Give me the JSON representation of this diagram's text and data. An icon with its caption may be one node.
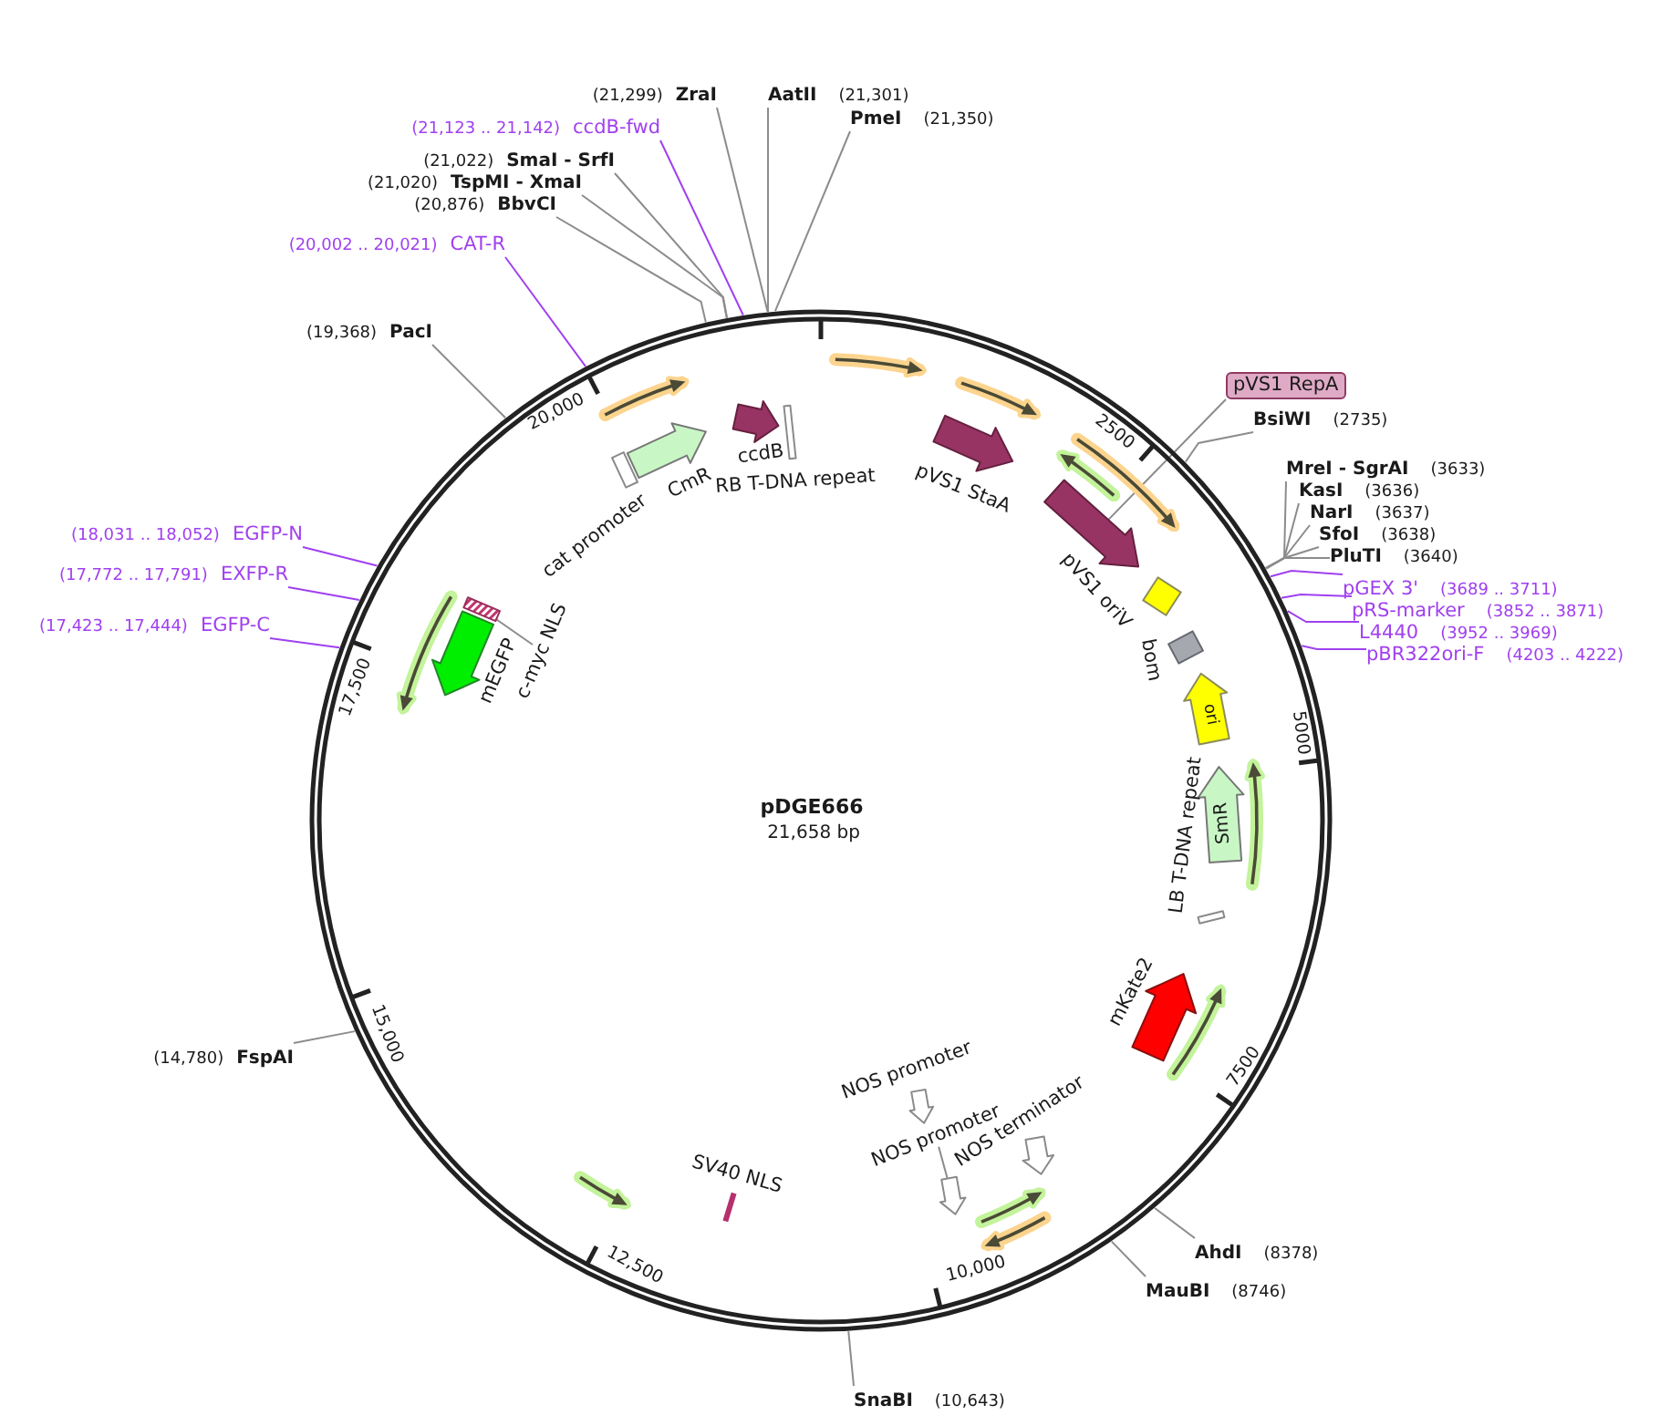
{
  "diagram": {
    "nodes": [
      {
        "text": [
          "(21,299)",
          "ZraI"
        ]
      },
      {
        "text": [
          "AatII",
          "(21,301)"
        ]
      },
      {
        "text": [
          "PmeI",
          "(21,350)"
        ]
      },
      {
        "text": [
          "(21,123 .. 21,142)",
          "ccdB-fwd"
        ]
      },
      {
        "text": [
          "(21,022)",
          "SmaI - SrfI"
        ]
      },
      {
        "text": [
          "(21,020)",
          "TspMI - XmaI"
        ]
      },
      {
        "text": [
          "(20,876)",
          "BbvCI"
        ]
      },
      {
        "text": [
          "(20,002 .. 20,021)",
          "CAT-R"
        ]
      },
      {
        "text": [
          "(19,368)",
          "PacI"
        ]
      },
      {
        "text": [
          "pVS1 RepA"
        ]
      },
      {
        "text": [
          "BsiWI",
          "(2735)"
        ]
      },
      {
        "text": [
          "MreI - SgrAI",
          "(3633)"
        ]
      },
      {
        "text": [
          "KasI",
          "(3636)"
        ]
      },
      {
        "text": [
          "NarI",
          "(3637)"
        ]
      },
      {
        "text": [
          "SfoI",
          "(3638)"
        ]
      },
      {
        "text": [
          "PluTI",
          "(3640)"
        ]
      },
      {
        "text": [
          "(18,031 .. 18,052)",
          "EGFP-N"
        ]
      },
      {
        "text": [
          "(17,772 .. 17,791)",
          "EXFP-R"
        ]
      },
      {
        "text": [
          "pGEX 3'",
          "(3689 .. 3711)"
        ]
      },
      {
        "text": [
          "pRS-marker",
          "(3852 .. 3871)"
        ]
      },
      {
        "text": [
          "(17,423 .. 17,444)",
          "EGFP-C"
        ]
      },
      {
        "text": [
          "L4440",
          "(3952 .. 3969)"
        ]
      },
      {
        "text": [
          "pBR322ori-F",
          "(4203 .. 4222)"
        ]
      },
      {
        "text": [
          "(14,780)",
          "FspAI"
        ]
      },
      {
        "text": [
          "AhdI",
          "(8378)"
        ]
      },
      {
        "text": [
          "MauBI",
          "(8746)"
        ]
      },
      {
        "text": [
          "SnaBI",
          "(10,643)"
        ]
      },
      {
        "text": [
          "pDGE666",
          "21,658 bp"
        ]
      },
      {
        "text": [],
        "shape": "box",
        "beside": [
          "cat promoter"
        ],
        "in": 27
      },
      {
        "text": [],
        "shape": "arrow",
        "in": 27
      },
      {
        "text": [],
        "shape": "arrow",
        "beside": [
          "CmR"
        ],
        "in": 27
      },
      {
        "text": [],
        "shape": "arrow",
        "beside": [
          "ccdB"
        ],
        "in": 27
      },
      {
        "text": [],
        "shape": "bar",
        "beside": [
          "RB T-DNA repeat"
        ],
        "in": 27
      },
      {
        "text": [],
        "shape": "arrow",
        "in": 27
      },
      {
        "text": [],
        "shape": "arrow",
        "in": 27
      },
      {
        "text": [],
        "shape": "arrow",
        "beside": [
          "pVS1 StaA"
        ],
        "in": 27
      },
      {
        "text": [],
        "shape": "arrow",
        "in": 27
      },
      {
        "text": [],
        "shape": "arrow",
        "in": 27
      },
      {
        "text": [],
        "shape": "arrow",
        "in": 27
      },
      {
        "text": [],
        "shape": "box",
        "beside": [
          "pVS1 oriV"
        ],
        "in": 27
      },
      {
        "text": [],
        "shape": "box",
        "beside": [
          "bom"
        ],
        "in": 27
      },
      {
        "text": [
          "ori"
        ],
        "in": 27
      },
      {
        "text": [],
        "shape": "arrow",
        "in": 27
      },
      {
        "text": [
          "SmR"
        ],
        "in": 27
      },
      {
        "text": [],
        "shape": "bar",
        "beside": [
          "LB T-DNA repeat"
        ],
        "in": 27
      },
      {
        "text": [],
        "shape": "arrow",
        "in": 27
      },
      {
        "text": [],
        "shape": "arrow",
        "beside": [
          "mKate2"
        ],
        "in": 27
      },
      {
        "text": [],
        "shape": "arrow",
        "beside": [
          "NOS terminator"
        ],
        "in": 27
      },
      {
        "text": [],
        "shape": "arrow",
        "in": 27
      },
      {
        "text": [],
        "shape": "arrow",
        "in": 27
      },
      {
        "text": [],
        "shape": "arrow",
        "in": 27
      },
      {
        "text": [],
        "shape": "arrow",
        "beside": [
          "NOS promoter"
        ],
        "in": 27
      },
      {
        "text": [],
        "shape": "bar",
        "beside": [
          "SV40 NLS"
        ],
        "in": 27
      },
      {
        "text": [],
        "shape": "arrow",
        "in": 27
      },
      {
        "text": [],
        "shape": "arrow",
        "beside": [
          "mEGFP"
        ],
        "in": 27
      },
      {
        "text": [],
        "shape": "box",
        "in": 27
      },
      {
        "text": [],
        "shape": "arrow",
        "in": 27
      },
      {
        "text": [
          "NOS promoter"
        ],
        "in": 27
      },
      {
        "text": [
          "c-myc NLS"
        ],
        "in": 27
      }
    ],
    "edges": [
      {
        "from": 0,
        "to": 27,
        "arrow": "none"
      },
      {
        "from": 1,
        "to": 27,
        "arrow": "none"
      },
      {
        "from": 2,
        "to": 27,
        "arrow": "none"
      },
      {
        "from": 3,
        "to": 27,
        "arrow": "none",
        "color": "#a040f0"
      },
      {
        "from": 4,
        "to": 27,
        "arrow": "none"
      },
      {
        "from": 5,
        "to": 27,
        "arrow": "none"
      },
      {
        "from": 6,
        "to": 27,
        "arrow": "none"
      },
      {
        "from": 7,
        "to": 27,
        "arrow": "none",
        "color": "#a040f0"
      },
      {
        "from": 8,
        "to": 27,
        "arrow": "none"
      },
      {
        "from": 9,
        "to": 38,
        "arrow": "none"
      },
      {
        "from": 10,
        "to": 27,
        "arrow": "none"
      },
      {
        "from": 11,
        "to": 27,
        "arrow": "none"
      },
      {
        "from": 12,
        "to": 27,
        "arrow": "none"
      },
      {
        "from": 13,
        "to": 27,
        "arrow": "none"
      },
      {
        "from": 14,
        "to": 27,
        "arrow": "none"
      },
      {
        "from": 15,
        "to": 27,
        "arrow": "none"
      },
      {
        "from": 16,
        "to": 27,
        "arrow": "none",
        "color": "#a040f0"
      },
      {
        "from": 17,
        "to": 27,
        "arrow": "none",
        "color": "#a040f0"
      },
      {
        "from": 18,
        "to": 27,
        "arrow": "none",
        "color": "#a040f0"
      },
      {
        "from": 19,
        "to": 27,
        "arrow": "none",
        "color": "#a040f0"
      },
      {
        "from": 20,
        "to": 27,
        "arrow": "none",
        "color": "#a040f0"
      },
      {
        "from": 21,
        "to": 27,
        "arrow": "none",
        "color": "#a040f0"
      },
      {
        "from": 22,
        "to": 27,
        "arrow": "none",
        "color": "#a040f0"
      },
      {
        "from": 23,
        "to": 27,
        "arrow": "none"
      },
      {
        "from": 24,
        "to": 27,
        "arrow": "none"
      },
      {
        "from": 25,
        "to": 27,
        "arrow": "none"
      },
      {
        "from": 26,
        "to": 27,
        "arrow": "none"
      },
      {
        "from": 57,
        "to": 50,
        "arrow": "none"
      },
      {
        "from": 58,
        "to": 55,
        "arrow": "none"
      }
    ],
    "labels": [
      "20,000",
      "2500",
      "17,500",
      "5000",
      "15,000",
      "7500",
      "12,500",
      "10,000"
    ]
  }
}
